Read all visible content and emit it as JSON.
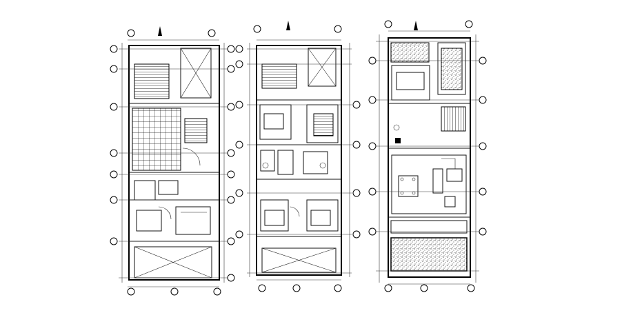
{
  "drawing": {
    "type": "architectural-floor-plans",
    "plans": [
      {
        "id": "plan-left",
        "label": ""
      },
      {
        "id": "plan-middle",
        "label": ""
      },
      {
        "id": "plan-right",
        "label": ""
      }
    ],
    "line_color": "#000000",
    "background": "#ffffff"
  }
}
